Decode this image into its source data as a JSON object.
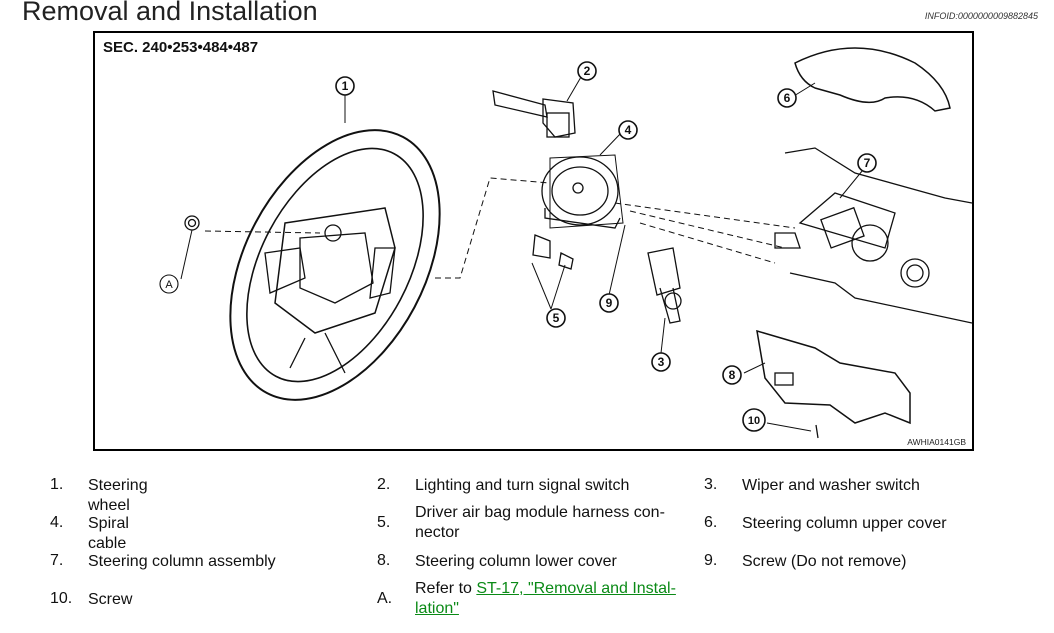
{
  "header": {
    "title": "Removal and Installation",
    "info_id": "INFOID:0000000009882845"
  },
  "figure": {
    "section": "SEC. 240•253•484•487",
    "code": "AWHIA0141GB",
    "callouts": [
      "1",
      "2",
      "3",
      "4",
      "5",
      "6",
      "7",
      "8",
      "9",
      "10",
      "A"
    ]
  },
  "legend": {
    "items": [
      {
        "num": "1.",
        "text": "Steering wheel"
      },
      {
        "num": "2.",
        "text": "Lighting and turn signal switch"
      },
      {
        "num": "3.",
        "text": "Wiper and washer switch"
      },
      {
        "num": "4.",
        "text": "Spiral cable"
      },
      {
        "num": "5.",
        "line1": "Driver air bag module harness con-",
        "line2": "nector"
      },
      {
        "num": "6.",
        "text": "Steering column upper cover"
      },
      {
        "num": "7.",
        "text": "Steering column assembly"
      },
      {
        "num": "8.",
        "text": "Steering column lower cover"
      },
      {
        "num": "9.",
        "text": "Screw (Do not remove)"
      },
      {
        "num": "10.",
        "text": "Screw"
      },
      {
        "num": "A.",
        "prefix": "Refer to ",
        "link_line1": "ST-17, \"Removal and Instal-",
        "link_line2": "lation\""
      }
    ]
  }
}
